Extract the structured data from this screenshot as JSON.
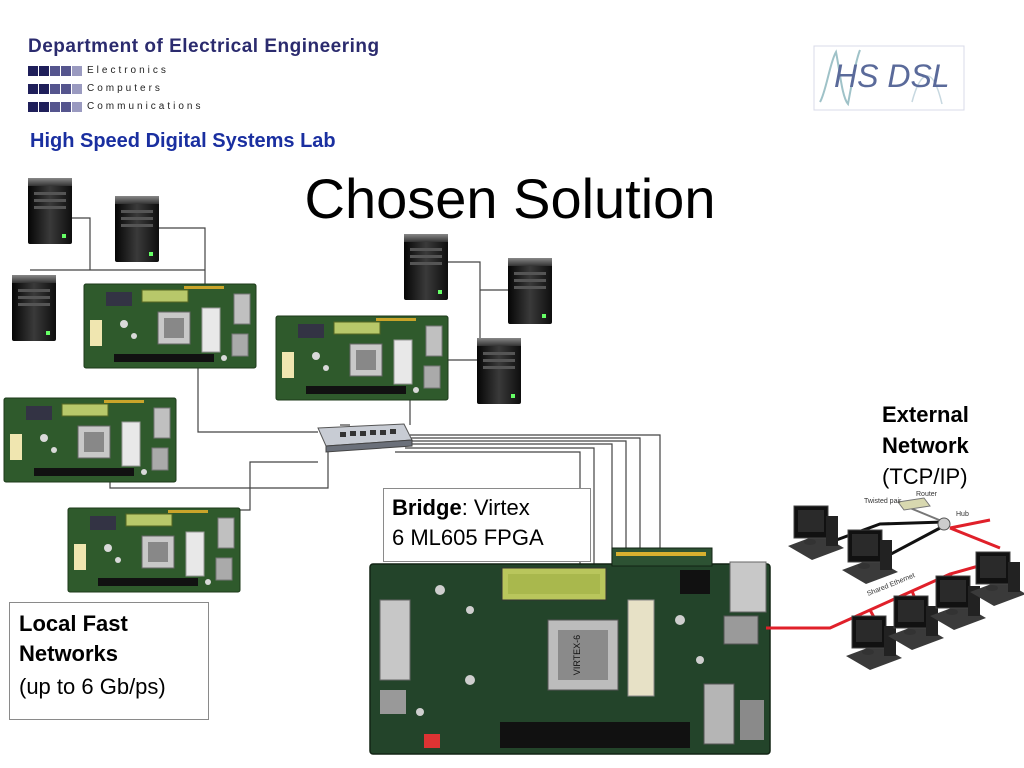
{
  "header": {
    "department": "Department of Electrical Engineering",
    "tracks": [
      "Electronics",
      "Computers",
      "Communications"
    ],
    "lab": "High Speed Digital Systems Lab",
    "logo_text": "HS DSL"
  },
  "title": "Chosen Solution",
  "bridge": {
    "label_bold": "Bridge",
    "label_rest": ": Virtex",
    "line2": "6 ML605 FPGA"
  },
  "local": {
    "line1": "Local Fast",
    "line2": "Networks",
    "line3": "(up to 6 Gb/ps)"
  },
  "external": {
    "line1": "External",
    "line2": "Network",
    "line3": "(TCP/IP)"
  },
  "network_labels": {
    "router": "Router",
    "twisted_pair": "Twisted pair",
    "hub": "Hub",
    "shared_ethernet": "Shared Ethernet"
  },
  "board_marking": "VIRTEX-6",
  "colors": {
    "dept_blue": "#2b2b6e",
    "lab_blue": "#1a2fa0",
    "pcb_green": "#2f5a2c",
    "ethernet_red": "#e0202a"
  }
}
